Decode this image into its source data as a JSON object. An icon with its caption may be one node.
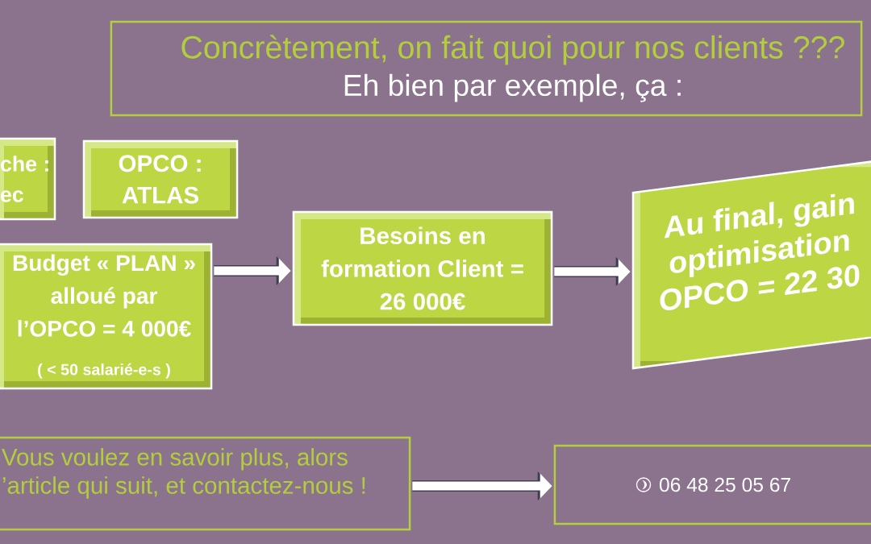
{
  "diagram": {
    "nodes": [
      {
        "text": [
          "Concrètement, on fait quoi pour nos clients ???",
          "Eh bien par exemple, ça :"
        ]
      },
      {
        "text": [
          "che : ec"
        ]
      },
      {
        "text": [
          "OPCO : ATLAS"
        ]
      },
      {
        "text": [
          "Budget « PLAN » alloué par l’OPCO = 4 000€",
          "( < 50 salarié-e-s )"
        ]
      },
      {
        "text": [
          "Besoins en formation Client = 26 000€"
        ]
      },
      {
        "text": [
          "Au final, gain optimisation OPCO = 22 30"
        ]
      },
      {
        "text": [
          "Vous voulez en savoir plus, alors ’article qui suit, et contactez-nous !"
        ]
      },
      {
        "text": [
          "06 48 25 05 67"
        ]
      }
    ],
    "edges": [
      {
        "from": 3,
        "to": 4,
        "arrow": "to"
      },
      {
        "from": 4,
        "to": 5,
        "arrow": "to"
      },
      {
        "from": 6,
        "to": 7,
        "arrow": "to"
      }
    ]
  }
}
